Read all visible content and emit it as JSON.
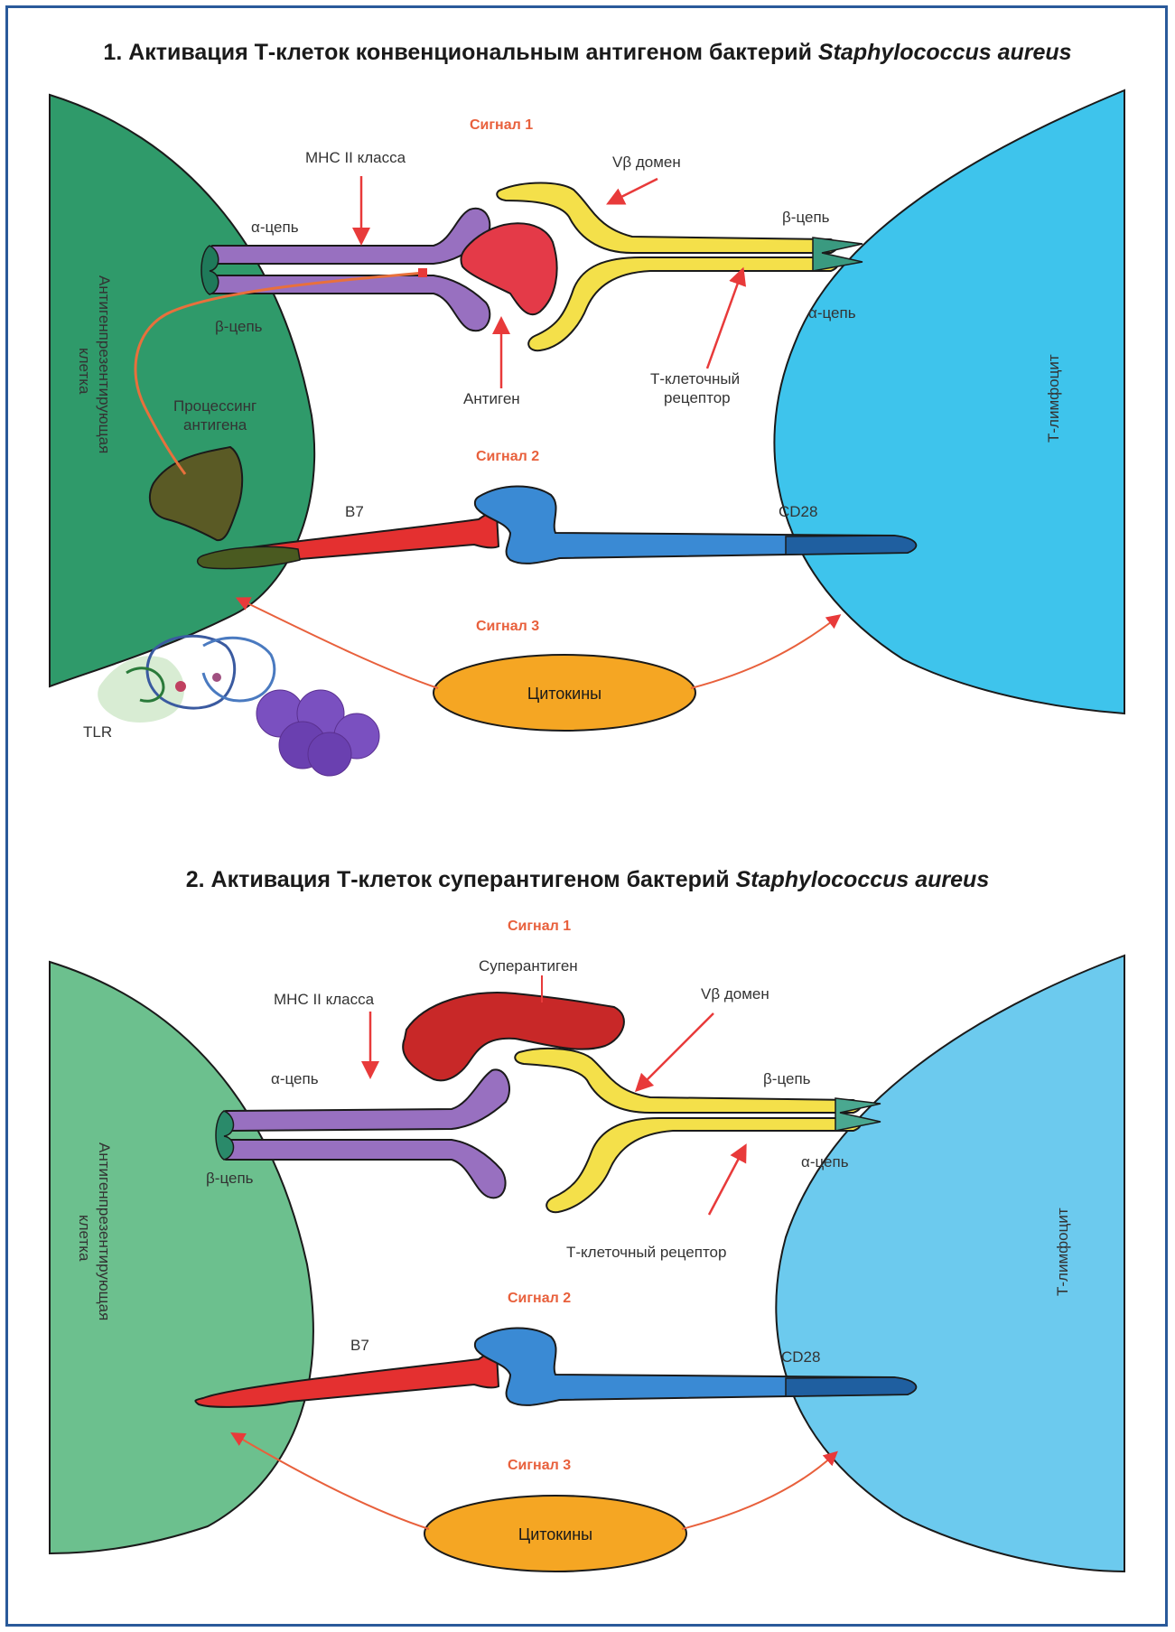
{
  "panel1": {
    "title_prefix": "1. Активация Т-клеток конвенциональным антигеном бактерий ",
    "title_species": "Staphylococcus aureus",
    "signal1": "Сигнал 1",
    "signal2": "Сигнал 2",
    "signal3": "Сигнал 3",
    "mhc": "MHC II класса",
    "vb_domain": "Vβ домен",
    "alpha_left": "α-цепь",
    "beta_left": "β-цепь",
    "beta_right": "β-цепь",
    "alpha_right": "α-цепь",
    "apc_line1": "Антигенпрезентирующая",
    "apc_line2": "клетка",
    "processing_line1": "Процессинг",
    "processing_line2": "антигена",
    "antigen": "Антиген",
    "tcr_line1": "Т-клеточный",
    "tcr_line2": "рецептор",
    "t_lymph": "Т-лимфоцит",
    "b7": "B7",
    "cd28": "CD28",
    "cytokines": "Цитокины",
    "tlr": "TLR"
  },
  "panel2": {
    "title_prefix": "2. Активация Т-клеток суперантигеном бактерий ",
    "title_species": "Staphylococcus aureus",
    "signal1": "Сигнал 1",
    "signal2": "Сигнал 2",
    "signal3": "Сигнал 3",
    "superantigen": "Суперантиген",
    "mhc": "MHC II класса",
    "vb_domain": "Vβ домен",
    "alpha_left": "α-цепь",
    "beta_left": "β-цепь",
    "beta_right": "β-цепь",
    "alpha_right": "α-цепь",
    "apc_line1": "Антигенпрезентирующая",
    "apc_line2": "клетка",
    "tcr": "Т-клеточный рецептор",
    "t_lymph": "Т-лимфоцит",
    "b7": "B7",
    "cd28": "CD28",
    "cytokines": "Цитокины"
  },
  "colors": {
    "apc1": "#2f9a6a",
    "apc2": "#6cc08e",
    "tcell1": "#3ec4ec",
    "tcell2": "#6ccaee",
    "mhc": "#9870c0",
    "tcr": "#f4e04a",
    "antigen": "#e43a48",
    "b7": "#e43030",
    "cd28": "#3a8ad4",
    "cytokines": "#f5a623",
    "signal": "#e8603c",
    "arrow": "#e83a3a"
  }
}
